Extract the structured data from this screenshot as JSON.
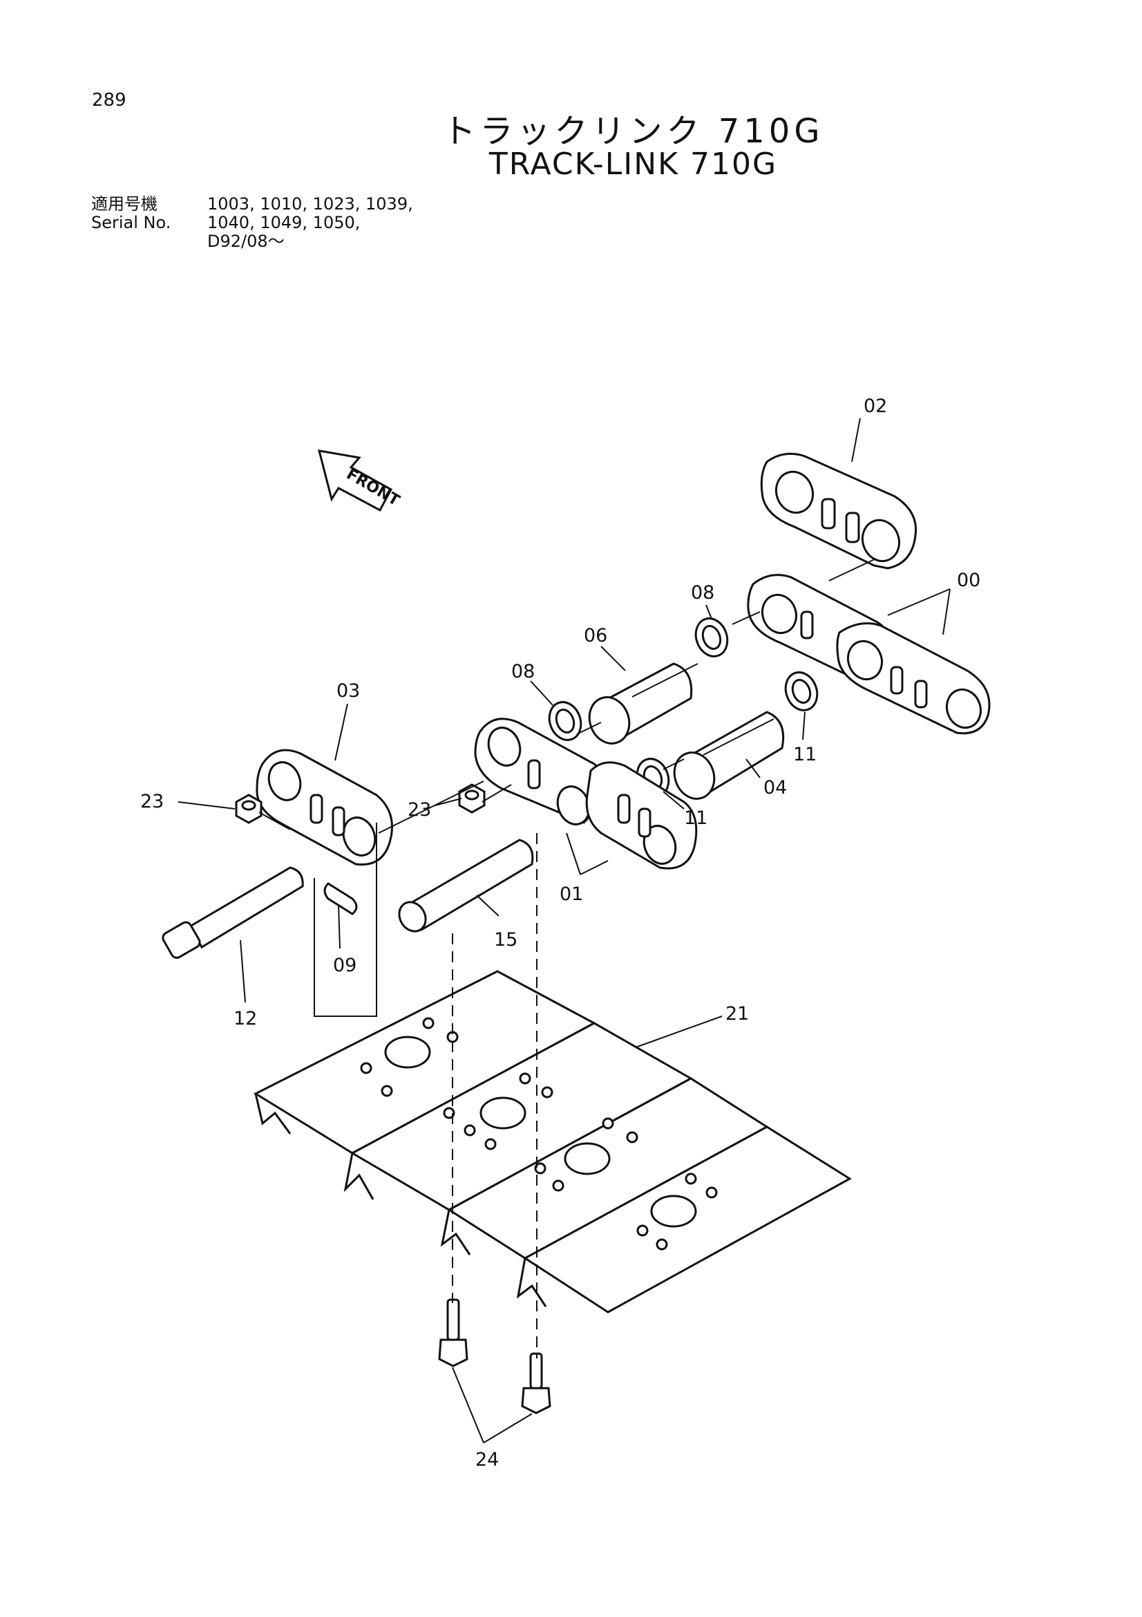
{
  "page_number": "289",
  "title": {
    "japanese": "トラックリンク 710G",
    "english": "TRACK-LINK 710G"
  },
  "serial": {
    "label_jp": "適用号機",
    "label_en": "Serial No.",
    "lines": [
      "1003, 1010, 1023, 1039,",
      "1040, 1049, 1050,",
      "D92/08～"
    ]
  },
  "front_label": "FRONT",
  "callouts": {
    "c00": "00",
    "c01": "01",
    "c02": "02",
    "c03": "03",
    "c04": "04",
    "c06": "06",
    "c08a": "08",
    "c08b": "08",
    "c09": "09",
    "c11a": "11",
    "c11b": "11",
    "c12": "12",
    "c15": "15",
    "c21": "21",
    "c23a": "23",
    "c23b": "23",
    "c24": "24"
  }
}
